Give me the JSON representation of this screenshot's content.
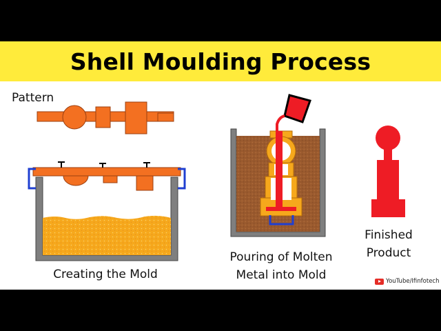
{
  "title": "Shell Moulding Process",
  "labels": {
    "pattern": "Pattern",
    "creating_mold": "Creating the Mold",
    "pouring_line1": "Pouring of Molten",
    "pouring_line2": "Metal into Mold",
    "finished_line1": "Finished",
    "finished_line2": "Product"
  },
  "credit": "YouTube/Ifinfotech",
  "colors": {
    "title_band": "#ffeb3b",
    "pattern": "#f37021",
    "sand": "#f6a81c",
    "mold_sand": "#9a5a2e",
    "molten_metal": "#ee1c25",
    "clamp": "#1f3fd1",
    "box": "#7f7f7f"
  }
}
